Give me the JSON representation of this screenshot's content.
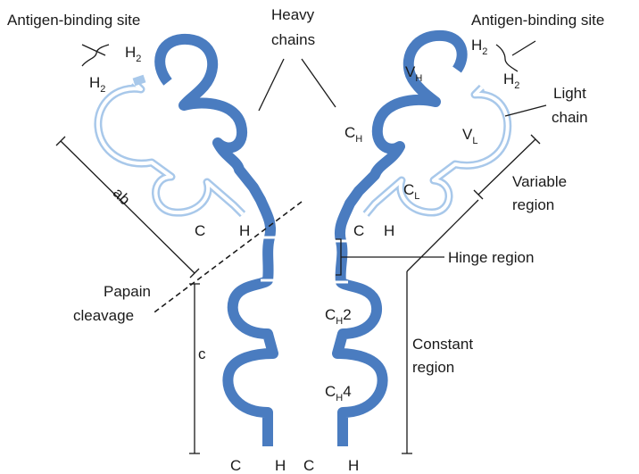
{
  "labels": {
    "antigen_binding_site_left": "Antigen-binding site",
    "antigen_binding_site_right": "Antigen-binding site",
    "heavy_chains_line1": "Heavy",
    "heavy_chains_line2": "chains",
    "light_chain_line1": "Light",
    "light_chain_line2": "chain",
    "variable_region_line1": "Variable",
    "variable_region_line2": "region",
    "hinge_region": "Hinge region",
    "constant_region_line1": "Constant",
    "constant_region_line2": "region",
    "papain_cleavage_line1": "Papain",
    "papain_cleavage_line2": "cleavage",
    "ab": "ab",
    "c": "c"
  },
  "domains": {
    "h2_left_top": {
      "base": "H",
      "sub": "2"
    },
    "h2_left_bottom": {
      "base": "H",
      "sub": "2"
    },
    "h2_right_top": {
      "base": "H",
      "sub": "2"
    },
    "h2_right_bottom": {
      "base": "H",
      "sub": "2"
    },
    "vh": {
      "base": "V",
      "sub": "H"
    },
    "vl": {
      "base": "V",
      "sub": "L"
    },
    "ch": {
      "base": "C",
      "sub": "H"
    },
    "cl": {
      "base": "C",
      "sub": "L"
    },
    "ch2": {
      "base": "C",
      "sub": "H",
      "suffix": "2"
    },
    "ch4": {
      "base": "C",
      "sub": "H",
      "suffix": "4"
    }
  },
  "terminals": {
    "left_arm_c": "C",
    "left_arm_h": "H",
    "right_arm_c": "C",
    "right_arm_h": "H",
    "stem_c1": "C",
    "stem_h1": "H",
    "stem_c2": "C",
    "stem_h2": "H"
  },
  "colors": {
    "heavy_chain": "#4a7cc0",
    "light_chain": "#a8c8ea",
    "text": "#1a1a1a"
  }
}
